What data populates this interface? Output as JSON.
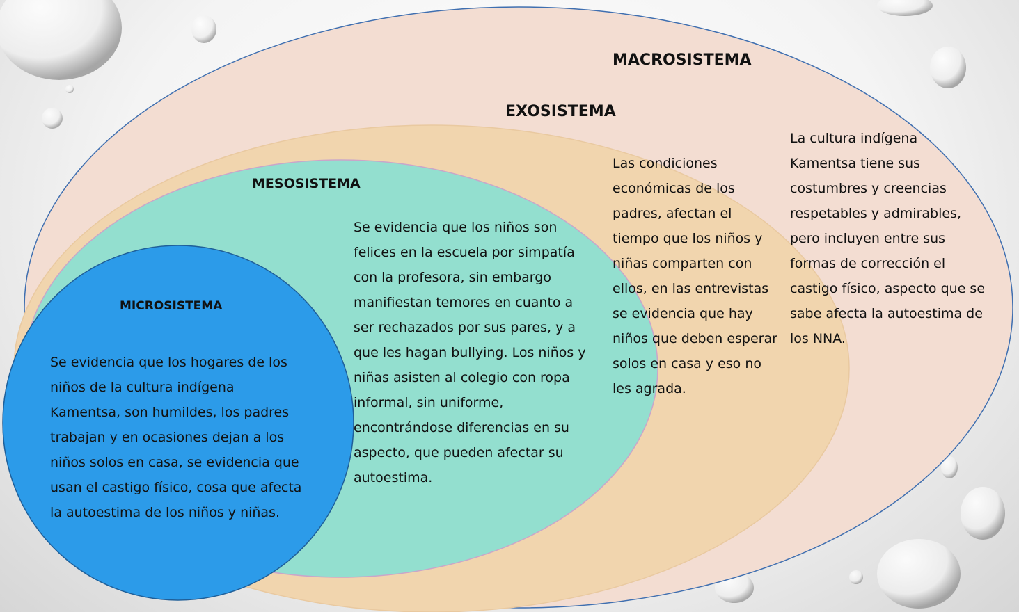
{
  "colors": {
    "macro_fill": "#f3ddd2",
    "exo_fill": "#f1d5ae",
    "meso_fill": "#93dfcf",
    "micro_fill": "#2c9be9",
    "outline": "#3f6fb0"
  },
  "diagram": {
    "macro": {
      "label": "MACROSISTEMA",
      "text": "La cultura indígena Kamentsa tiene sus costumbres y creencias respetables y admirables, pero incluyen entre sus formas de corrección el castigo físico, aspecto que se sabe afecta la autoestima de los NNA."
    },
    "exo": {
      "label": "EXOSISTEMA",
      "text": "Las condiciones económicas de los padres, afectan el tiempo que los niños y niñas comparten con ellos, en las entrevistas se evidencia que hay niños que deben esperar solos en casa y eso no les agrada."
    },
    "meso": {
      "label": "MESOSISTEMA",
      "text": "Se evidencia que los niños son felices en la escuela por simpatía con la profesora, sin embargo manifiestan temores en cuanto a ser rechazados por sus pares, y a que les hagan bullying. Los niños y niñas asisten al colegio con ropa informal, sin uniforme, encontrándose diferencias en su aspecto, que pueden afectar su autoestima."
    },
    "micro": {
      "label": "MICROSISTEMA",
      "text": "Se evidencia que los hogares de los niños de la cultura indígena Kamentsa, son humildes, los padres trabajan y en ocasiones dejan a los niños solos en casa, se evidencia que usan el castigo físico, cosa que afecta la autoestima de los niños y niñas."
    }
  }
}
